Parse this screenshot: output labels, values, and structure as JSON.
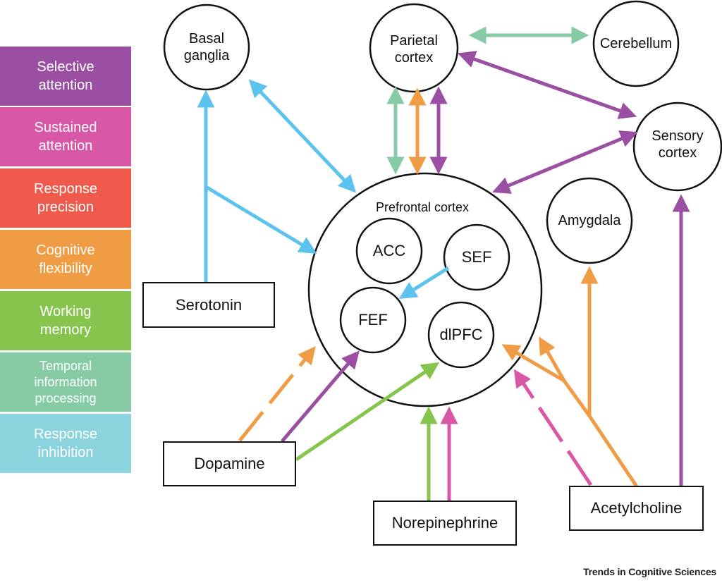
{
  "legend": [
    {
      "label": "Selective\nattention",
      "color": "#9b4fa3"
    },
    {
      "label": "Sustained\nattention",
      "color": "#d957a7"
    },
    {
      "label": "Response\nprecision",
      "color": "#ef5a4c"
    },
    {
      "label": "Cognitive\nflexibility",
      "color": "#ef9c45"
    },
    {
      "label": "Working\nmemory",
      "color": "#86c44d"
    },
    {
      "label": "Temporal\ninformation\nprocessing",
      "color": "#86cba5"
    },
    {
      "label": "Response\ninhibition",
      "color": "#8bd3dd"
    }
  ],
  "nodes": {
    "basal_ganglia": "Basal\nganglia",
    "parietal_cortex": "Parietal\ncortex",
    "cerebellum": "Cerebellum",
    "sensory_cortex": "Sensory\ncortex",
    "amygdala": "Amygdala",
    "prefrontal_cortex": "Prefrontal cortex",
    "acc": "ACC",
    "sef": "SEF",
    "fef": "FEF",
    "dlpfc": "dlPFC"
  },
  "neurotransmitters": {
    "serotonin": "Serotonin",
    "dopamine": "Dopamine",
    "norepinephrine": "Norepinephrine",
    "acetylcholine": "Acetylcholine"
  },
  "colors": {
    "blue": "#5cc3ee",
    "teal": "#86cba5",
    "orange": "#ef9c45",
    "purple": "#9b4fa3",
    "green": "#86c44d",
    "pink": "#d957a7"
  },
  "credit": "Trends in Cognitive Sciences"
}
